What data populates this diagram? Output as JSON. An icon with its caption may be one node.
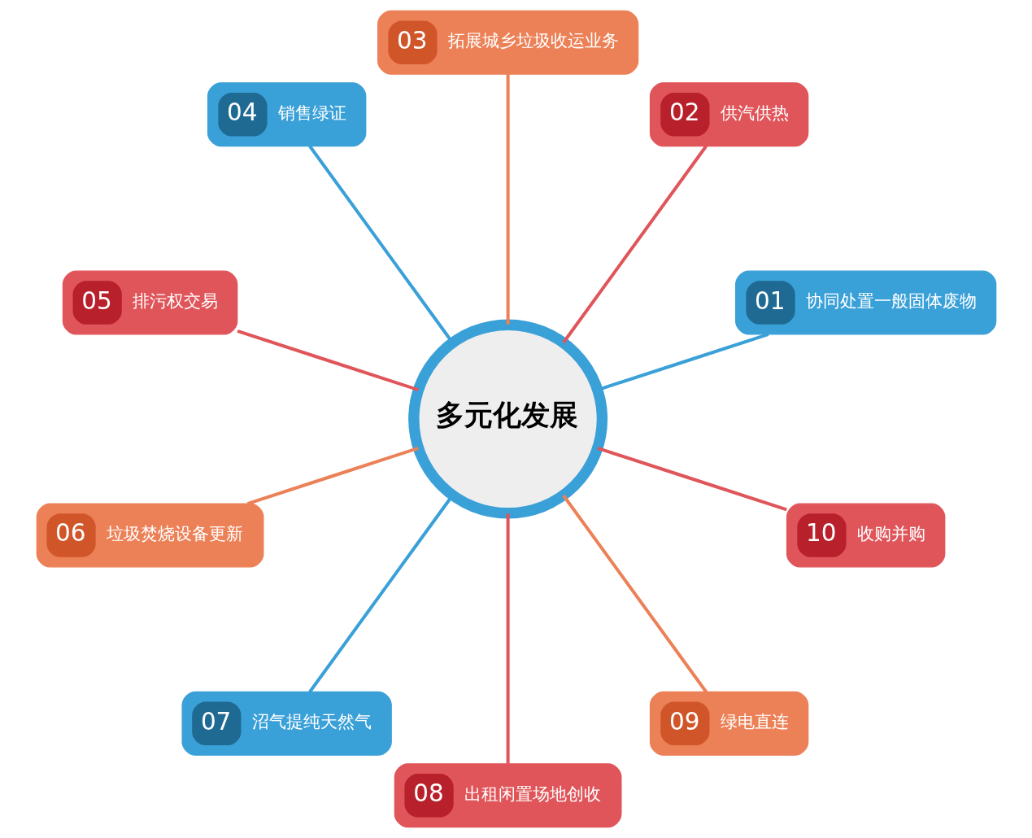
{
  "diagram": {
    "nodes": [
      {
        "text": [
          "多元化发展"
        ]
      },
      {
        "text": [
          "01",
          "协同处置一般固体废物"
        ]
      },
      {
        "text": [
          "02",
          "供汽供热"
        ]
      },
      {
        "text": [
          "03",
          "拓展城乡垃圾收运业务"
        ]
      },
      {
        "text": [
          "04",
          "销售绿证"
        ]
      },
      {
        "text": [
          "05",
          "排污权交易"
        ]
      },
      {
        "text": [
          "06",
          "垃圾焚烧设备更新"
        ]
      },
      {
        "text": [
          "07",
          "沼气提纯天然气"
        ]
      },
      {
        "text": [
          "08",
          "出租闲置场地创收"
        ]
      },
      {
        "text": [
          "09",
          "绿电直连"
        ]
      },
      {
        "text": [
          "10",
          "收购并购"
        ]
      }
    ],
    "edges": [
      {
        "from": 0,
        "to": 1,
        "arrow": "none",
        "color": "#3aa0d8"
      },
      {
        "from": 0,
        "to": 2,
        "arrow": "none",
        "color": "#e0555a"
      },
      {
        "from": 0,
        "to": 3,
        "arrow": "none",
        "color": "#ec8056"
      },
      {
        "from": 0,
        "to": 4,
        "arrow": "none",
        "color": "#3aa0d8"
      },
      {
        "from": 0,
        "to": 5,
        "arrow": "none",
        "color": "#e0555a"
      },
      {
        "from": 0,
        "to": 6,
        "arrow": "none",
        "color": "#ec8056"
      },
      {
        "from": 0,
        "to": 7,
        "arrow": "none",
        "color": "#3aa0d8"
      },
      {
        "from": 0,
        "to": 8,
        "arrow": "none",
        "color": "#e0555a"
      },
      {
        "from": 0,
        "to": 9,
        "arrow": "none",
        "color": "#ec8056"
      },
      {
        "from": 0,
        "to": 10,
        "arrow": "none",
        "color": "#e0555a"
      }
    ]
  }
}
